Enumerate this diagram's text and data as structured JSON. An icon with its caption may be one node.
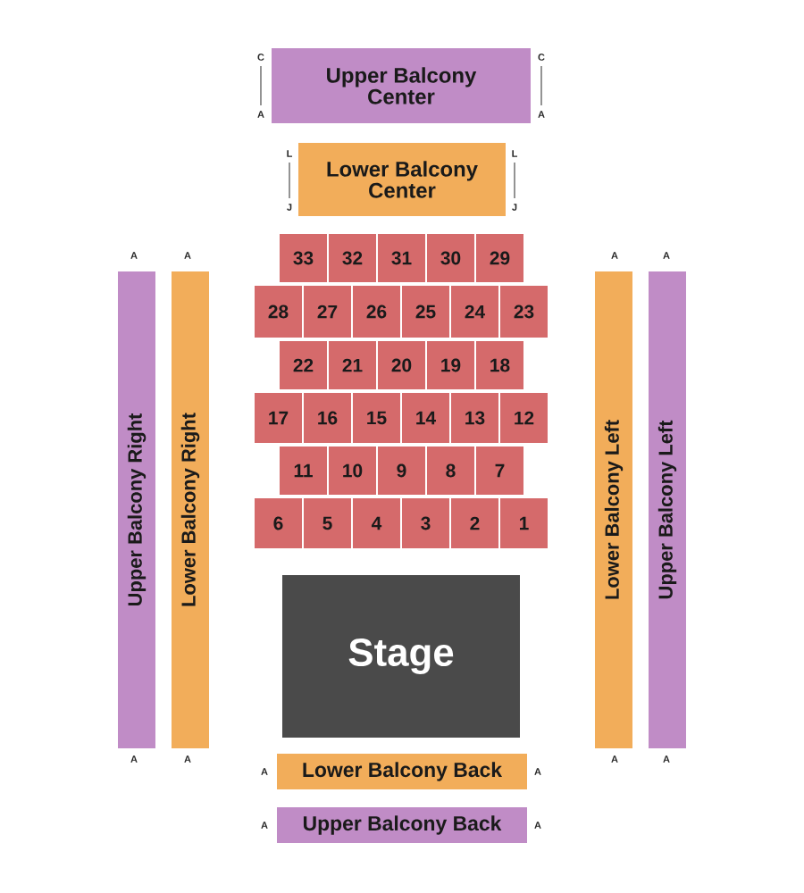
{
  "diagram": {
    "nodes": [
      {
        "text": [
          "Upper Balcony Center"
        ],
        "beside": [
          "C",
          "A",
          "C",
          "A"
        ]
      },
      {
        "text": [
          "Lower Balcony Center"
        ],
        "beside": [
          "L",
          "J",
          "L",
          "J"
        ]
      },
      {
        "text": [
          "33"
        ]
      },
      {
        "text": [
          "32"
        ]
      },
      {
        "text": [
          "31"
        ]
      },
      {
        "text": [
          "30"
        ]
      },
      {
        "text": [
          "29"
        ]
      },
      {
        "text": [
          "28"
        ]
      },
      {
        "text": [
          "27"
        ]
      },
      {
        "text": [
          "26"
        ]
      },
      {
        "text": [
          "25"
        ]
      },
      {
        "text": [
          "24"
        ]
      },
      {
        "text": [
          "23"
        ]
      },
      {
        "text": [
          "22"
        ]
      },
      {
        "text": [
          "21"
        ]
      },
      {
        "text": [
          "20"
        ]
      },
      {
        "text": [
          "19"
        ]
      },
      {
        "text": [
          "18"
        ]
      },
      {
        "text": [
          "17"
        ]
      },
      {
        "text": [
          "16"
        ]
      },
      {
        "text": [
          "15"
        ]
      },
      {
        "text": [
          "14"
        ]
      },
      {
        "text": [
          "13"
        ]
      },
      {
        "text": [
          "12"
        ]
      },
      {
        "text": [
          "11"
        ]
      },
      {
        "text": [
          "10"
        ]
      },
      {
        "text": [
          "9"
        ]
      },
      {
        "text": [
          "8"
        ]
      },
      {
        "text": [
          "7"
        ]
      },
      {
        "text": [
          "6"
        ]
      },
      {
        "text": [
          "5"
        ]
      },
      {
        "text": [
          "4"
        ]
      },
      {
        "text": [
          "3"
        ]
      },
      {
        "text": [
          "2"
        ]
      },
      {
        "text": [
          "1"
        ]
      },
      {
        "text": [
          "Upper Balcony Right"
        ],
        "beside": [
          "A",
          "A"
        ]
      },
      {
        "text": [
          "Lower Balcony Right"
        ],
        "beside": [
          "A",
          "A"
        ]
      },
      {
        "text": [
          "Lower Balcony Left"
        ],
        "beside": [
          "A",
          "A"
        ]
      },
      {
        "text": [
          "Upper Balcony Left"
        ],
        "beside": [
          "A",
          "A"
        ]
      },
      {
        "text": [
          "Stage"
        ]
      },
      {
        "text": [
          "Lower Balcony Back"
        ],
        "beside": [
          "A",
          "A"
        ]
      },
      {
        "text": [
          "Upper Balcony Back"
        ],
        "beside": [
          "A",
          "A"
        ]
      }
    ]
  }
}
